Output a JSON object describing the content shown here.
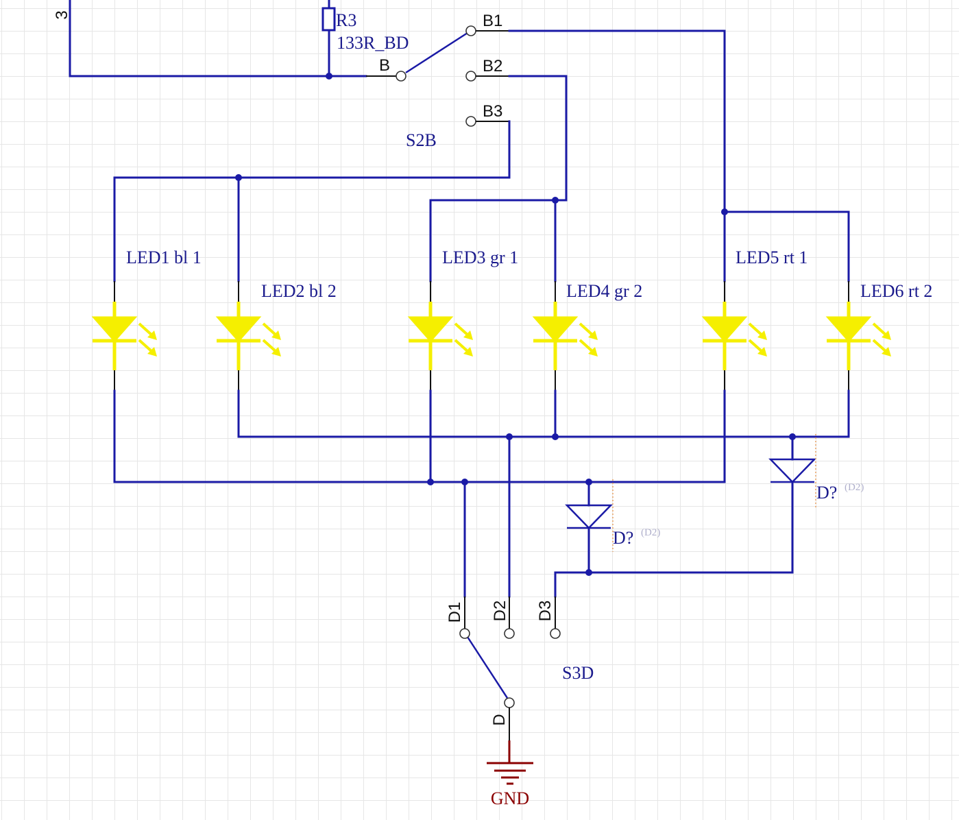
{
  "resistor": {
    "ref": "R3",
    "value": "133R_BD"
  },
  "left_edge_pin_label": "3",
  "switch_b": {
    "name": "S2B",
    "common_pin": "B",
    "pins": [
      "B1",
      "B2",
      "B3"
    ]
  },
  "switch_d": {
    "name": "S3D",
    "common_pin": "D",
    "pins": [
      "D1",
      "D2",
      "D3"
    ]
  },
  "leds": [
    {
      "label": "LED1 bl 1"
    },
    {
      "label": "LED2 bl 2"
    },
    {
      "label": "LED3 gr 1"
    },
    {
      "label": "LED4 gr 2"
    },
    {
      "label": "LED5 rt 1"
    },
    {
      "label": "LED6 rt 2"
    }
  ],
  "diodes": [
    {
      "label": "D?",
      "ref": "(D2)"
    },
    {
      "label": "D?",
      "ref": "(D2)"
    }
  ],
  "ground": {
    "label": "GND"
  },
  "colors": {
    "wire": "#1a1aa6",
    "led": "#f5ef00",
    "ground": "#8b0000",
    "label": "#1a1a8c"
  }
}
